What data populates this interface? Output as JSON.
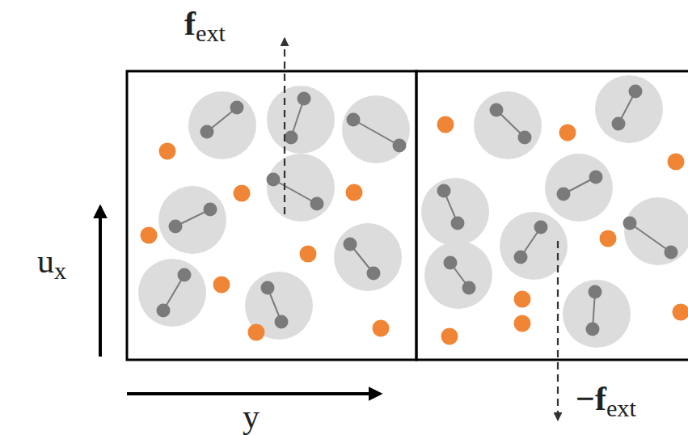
{
  "diagram": {
    "labels": [
      "fext",
      "ux",
      "y",
      "−fext"
    ]
  }
}
